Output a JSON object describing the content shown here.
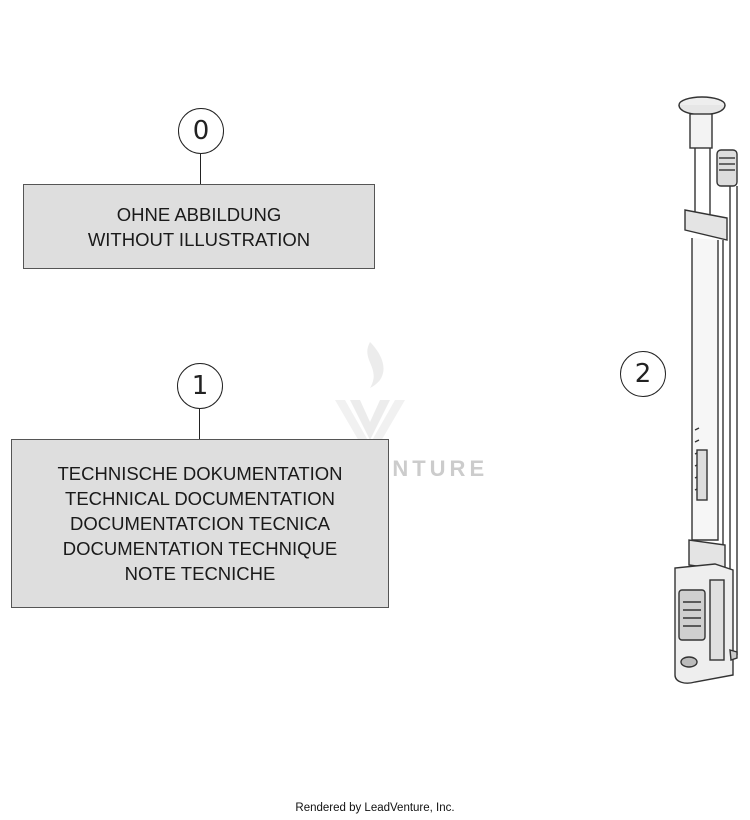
{
  "callouts": {
    "c0": "0",
    "c1": "1",
    "c2": "2"
  },
  "box0": {
    "line1": "OHNE ABBILDUNG",
    "line2": "WITHOUT ILLUSTRATION"
  },
  "box1": {
    "line1": "TECHNISCHE DOKUMENTATION",
    "line2": "TECHNICAL DOCUMENTATION",
    "line3": "DOCUMENTATCION TECNICA",
    "line4": "DOCUMENTATION TECHNIQUE",
    "line5": "NOTE TECNICHE"
  },
  "watermark": {
    "text": "VENTURE",
    "icon": "leadventure-flame-logo"
  },
  "tool": {
    "icon": "tire-pressure-pump-icon"
  },
  "footer": {
    "text": "Rendered by LeadVenture, Inc."
  }
}
